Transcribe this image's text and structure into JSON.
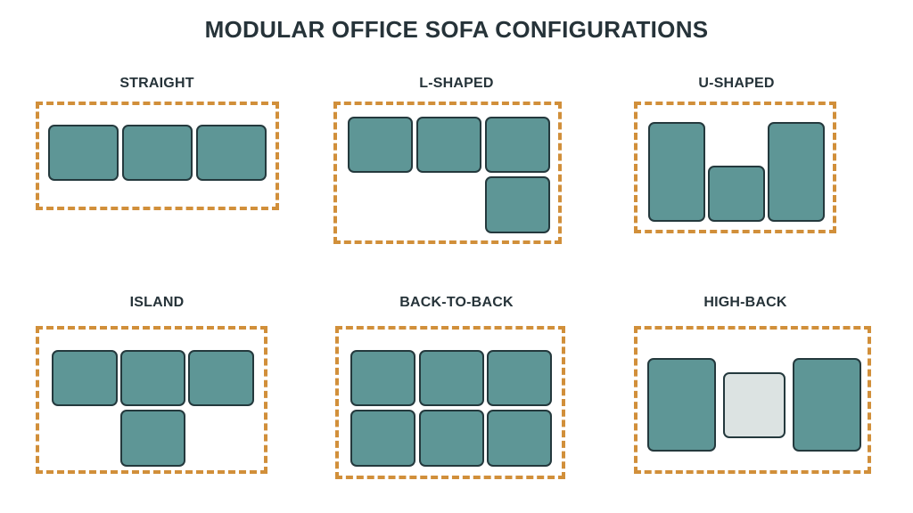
{
  "title": "MODULAR OFFICE SOFA CONFIGURATIONS",
  "colors": {
    "module_fill": "#5e9696",
    "module_fill_light": "#dce3e2",
    "module_outline": "#24393d",
    "frame_dashed_outline": "#d18f3a",
    "text": "#263339"
  },
  "configurations": [
    {
      "label": "STRAIGHT",
      "modules": 3
    },
    {
      "label": "L-SHAPED",
      "modules": 4
    },
    {
      "label": "U-SHAPED",
      "modules": 3
    },
    {
      "label": "ISLAND",
      "modules": 4
    },
    {
      "label": "BACK-TO-BACK",
      "modules": 6
    },
    {
      "label": "HIGH-BACK",
      "modules": 3
    }
  ]
}
